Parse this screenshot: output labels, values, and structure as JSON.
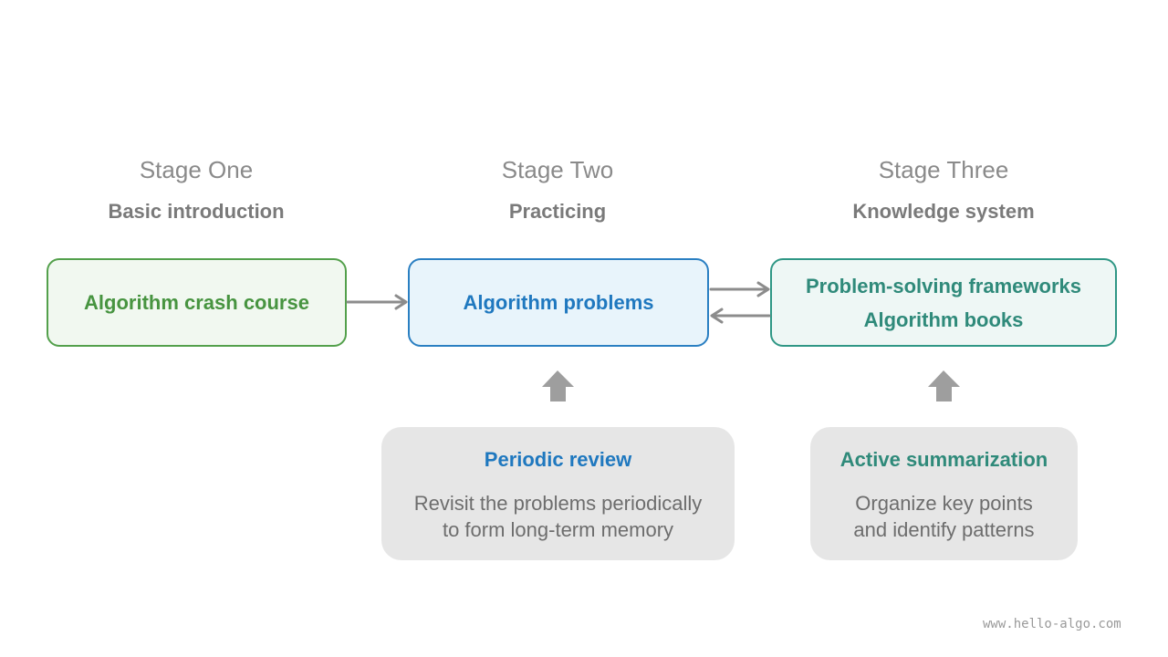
{
  "stages": [
    {
      "title": "Stage One",
      "subtitle": "Basic introduction",
      "box_lines": [
        "Algorithm crash course"
      ]
    },
    {
      "title": "Stage Two",
      "subtitle": "Practicing",
      "box_lines": [
        "Algorithm problems"
      ]
    },
    {
      "title": "Stage Three",
      "subtitle": "Knowledge system",
      "box_lines": [
        "Problem-solving frameworks",
        "Algorithm books"
      ]
    }
  ],
  "cards": [
    {
      "title": "Periodic review",
      "desc_lines": [
        "Revisit the problems periodically",
        "to form long-term memory"
      ],
      "title_color": "#1f78bf"
    },
    {
      "title": "Active summarization",
      "desc_lines": [
        "Organize key points",
        "and identify patterns"
      ],
      "title_color": "#2f8a7a"
    }
  ],
  "watermark": "www.hello-algo.com",
  "colors": {
    "green": "#53a04b",
    "blue": "#2a7fc2",
    "teal": "#2f9785",
    "arrow": "#8c8c8c",
    "up_arrow": "#9e9e9e"
  }
}
